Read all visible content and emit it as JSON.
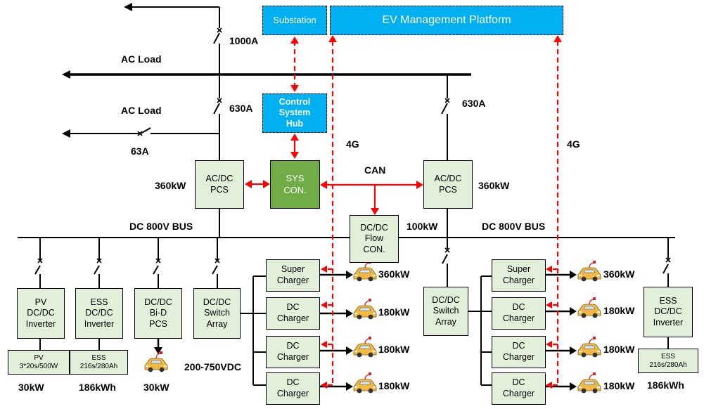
{
  "top": {
    "substation": "Substation",
    "platform": "EV Management Platform",
    "control_hub": "Control\nSystem\nHub"
  },
  "ac": {
    "breaker_main": "1000A",
    "load_label_1": "AC Load",
    "load_label_2": "AC Load",
    "breaker_left": "630A",
    "breaker_right": "630A",
    "breaker_small": "63A"
  },
  "comm": {
    "g4_left": "4G",
    "g4_right": "4G",
    "can": "CAN"
  },
  "pcs": {
    "left_label": "AC/DC\nPCS",
    "right_label": "AC/DC\nPCS",
    "left_power": "360kW",
    "right_power": "360kW",
    "sys_con": "SYS\nCON."
  },
  "bus": {
    "left": "DC 800V BUS",
    "right": "DC 800V BUS",
    "flow_con": "DC/DC\nFlow\nCON.",
    "flow_power": "100kW"
  },
  "left_units": {
    "pv_inverter": "PV\nDC/DC\nInverter",
    "ess_inverter": "ESS\nDC/DC\nInverter",
    "bid_pcs": "DC/DC\nBi-D\nPCS",
    "switch_array": "DC/DC\nSwitch\nArray",
    "pv_spec": "PV\n3*20s/500W",
    "ess_spec": "ESS\n216s/280Ah",
    "pv_power": "30kW",
    "ess_energy": "186kWh",
    "bid_power": "30kW",
    "voltage_range": "200-750VDC"
  },
  "left_chargers": [
    {
      "label": "Super\nCharger",
      "power": "360kW"
    },
    {
      "label": "DC\nCharger",
      "power": "180kW"
    },
    {
      "label": "DC\nCharger",
      "power": "180kW"
    },
    {
      "label": "DC\nCharger",
      "power": "180kW"
    }
  ],
  "right_units": {
    "switch_array": "DC/DC\nSwitch\nArray",
    "ess_inverter": "ESS\nDC/DC\nInverter",
    "ess_spec": "ESS\n216s/280Ah",
    "ess_energy": "186kWh"
  },
  "right_chargers": [
    {
      "label": "Super\nCharger",
      "power": "360kW"
    },
    {
      "label": "DC\nCharger",
      "power": "180kW"
    },
    {
      "label": "DC\nCharger",
      "power": "180kW"
    },
    {
      "label": "DC\nCharger",
      "power": "180kW"
    }
  ],
  "colors": {
    "green_box": "#e2efd9",
    "sys_box": "#70ad47",
    "blue_box": "#00b0f0",
    "comm_arrow": "#ff0000",
    "car_body": "#f4b942"
  }
}
